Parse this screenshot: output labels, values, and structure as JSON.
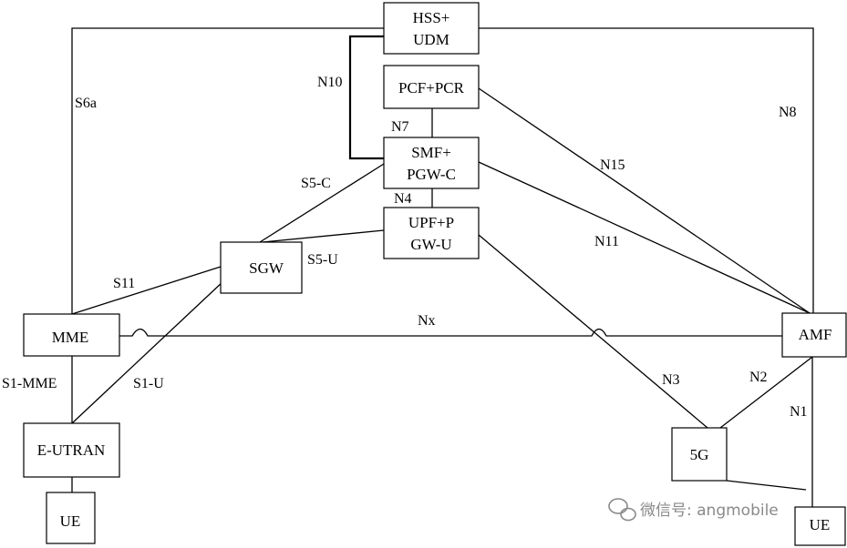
{
  "nodes": {
    "hss_udm": [
      "HSS+",
      "UDM"
    ],
    "pcf_pcr": [
      "PCF+PCR"
    ],
    "smf_pgwc": [
      "SMF+",
      "PGW-C"
    ],
    "upf_pgwu": [
      "UPF+P",
      "GW-U"
    ],
    "sgw": [
      "SGW"
    ],
    "mme": [
      "MME"
    ],
    "amf": [
      "AMF"
    ],
    "eutran": [
      "E-UTRAN"
    ],
    "ue_left": [
      "UE"
    ],
    "gnb_5g": [
      "5G"
    ],
    "ue_right": [
      "UE"
    ]
  },
  "edges": {
    "s6a": "S6a",
    "n8": "N8",
    "n10": "N10",
    "n7": "N7",
    "n4": "N4",
    "s5c": "S5-C",
    "s5u": "S5-U",
    "n15": "N15",
    "n11": "N11",
    "s11": "S11",
    "nx": "Nx",
    "s1mme": "S1-MME",
    "s1u": "S1-U",
    "n3": "N3",
    "n2": "N2",
    "n1": "N1"
  },
  "watermark": {
    "icon": "wechat-icon",
    "text": "微信号: angmobile"
  }
}
